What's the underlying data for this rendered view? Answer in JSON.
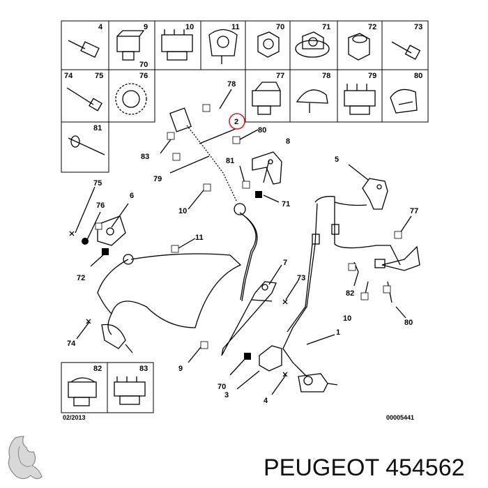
{
  "catalog": {
    "cells": [
      {
        "ref": "4",
        "icon": "screw-bolt-icon"
      },
      {
        "ref": "9",
        "icon": "clip-icon"
      },
      {
        "ref": "70",
        "icon": "clip-icon"
      },
      {
        "ref": "10",
        "icon": "double-clip-icon"
      },
      {
        "ref": "11",
        "icon": "hose-clamp-icon"
      },
      {
        "ref": "70",
        "icon": "nut-icon"
      },
      {
        "ref": "71",
        "icon": "flange-nut-icon"
      },
      {
        "ref": "72",
        "icon": "tall-nut-icon"
      },
      {
        "ref": "73",
        "icon": "bolt-icon"
      },
      {
        "ref": "74",
        "icon": "long-bolt-icon"
      },
      {
        "ref": "75",
        "icon": "long-bolt-icon"
      },
      {
        "ref": "76",
        "icon": "washer-icon"
      },
      {
        "ref": "77",
        "icon": "clip-icon"
      },
      {
        "ref": "78",
        "icon": "cap-clip-icon"
      },
      {
        "ref": "79",
        "icon": "double-clip-icon"
      },
      {
        "ref": "80",
        "icon": "retainer-clip-icon"
      },
      {
        "ref": "81",
        "icon": "rivet-icon"
      }
    ],
    "bottom_cells": [
      {
        "ref": "82",
        "icon": "clip-icon"
      },
      {
        "ref": "83",
        "icon": "double-clip-icon"
      }
    ]
  },
  "callouts": {
    "main": "2",
    "labels": [
      "78",
      "80",
      "83",
      "79",
      "81",
      "8",
      "10",
      "71",
      "5",
      "75",
      "6",
      "76",
      "77",
      "11",
      "72",
      "82",
      "10",
      "80",
      "7",
      "73",
      "74",
      "1",
      "9",
      "70",
      "3",
      "4"
    ]
  },
  "footer": {
    "date": "02/2013",
    "code": "00005441"
  },
  "brand": {
    "name": "PEUGEOT 454562",
    "logo": "lion-logo-icon"
  }
}
